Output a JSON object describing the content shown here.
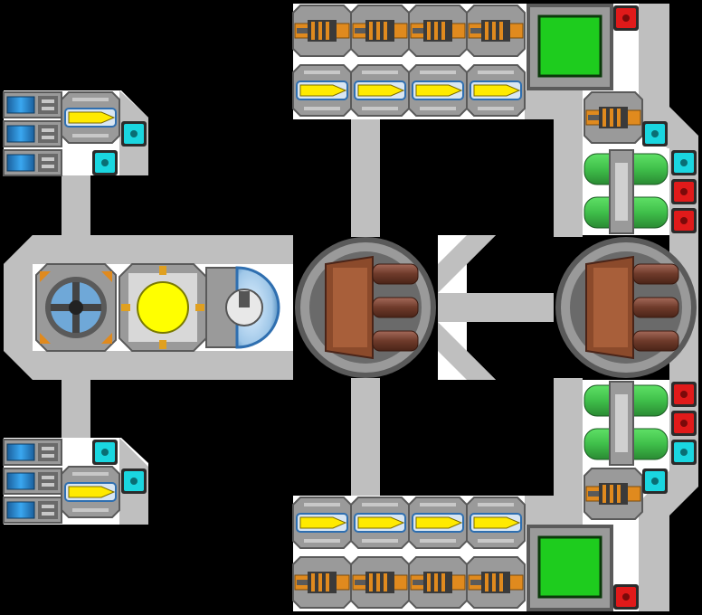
{
  "palette": {
    "background": "#000000",
    "hull": "#ffffff",
    "corridor": "#bfbfbf",
    "armor": "#9a9a9a",
    "armor_dark": "#5a5a5a",
    "missile_yellow": "#ffea00",
    "missile_blue": "#2f6fb0",
    "gun_orange": "#e08a1e",
    "gun_dark": "#3a3a3a",
    "cap_cyan": "#1ad6e0",
    "cap_red": "#e01a1a",
    "tank_green": "#3fbf4a",
    "screen_green": "#1ecc1e",
    "turret_brown": "#8b4a2b",
    "barrel_brown": "#6e3a2a",
    "reactor_yellow": "#ffff00",
    "shield_blue": "#9fc7e8",
    "battery_blue": "#2a8fd8"
  },
  "ship": {
    "modules": {
      "reactor": "reactor-core",
      "shield": "shield-generator",
      "engine": "engine-thruster",
      "radar": "radar-dish",
      "turret_main": "main-cannon-turret",
      "turret_rear": "rear-cannon-turret",
      "screen": "control-screen",
      "tank": "fuel-tank",
      "battery": "battery-cell",
      "missile": "missile-launcher",
      "gun": "autocannon",
      "port_cyan": "cyan-port",
      "port_red": "red-port"
    }
  }
}
